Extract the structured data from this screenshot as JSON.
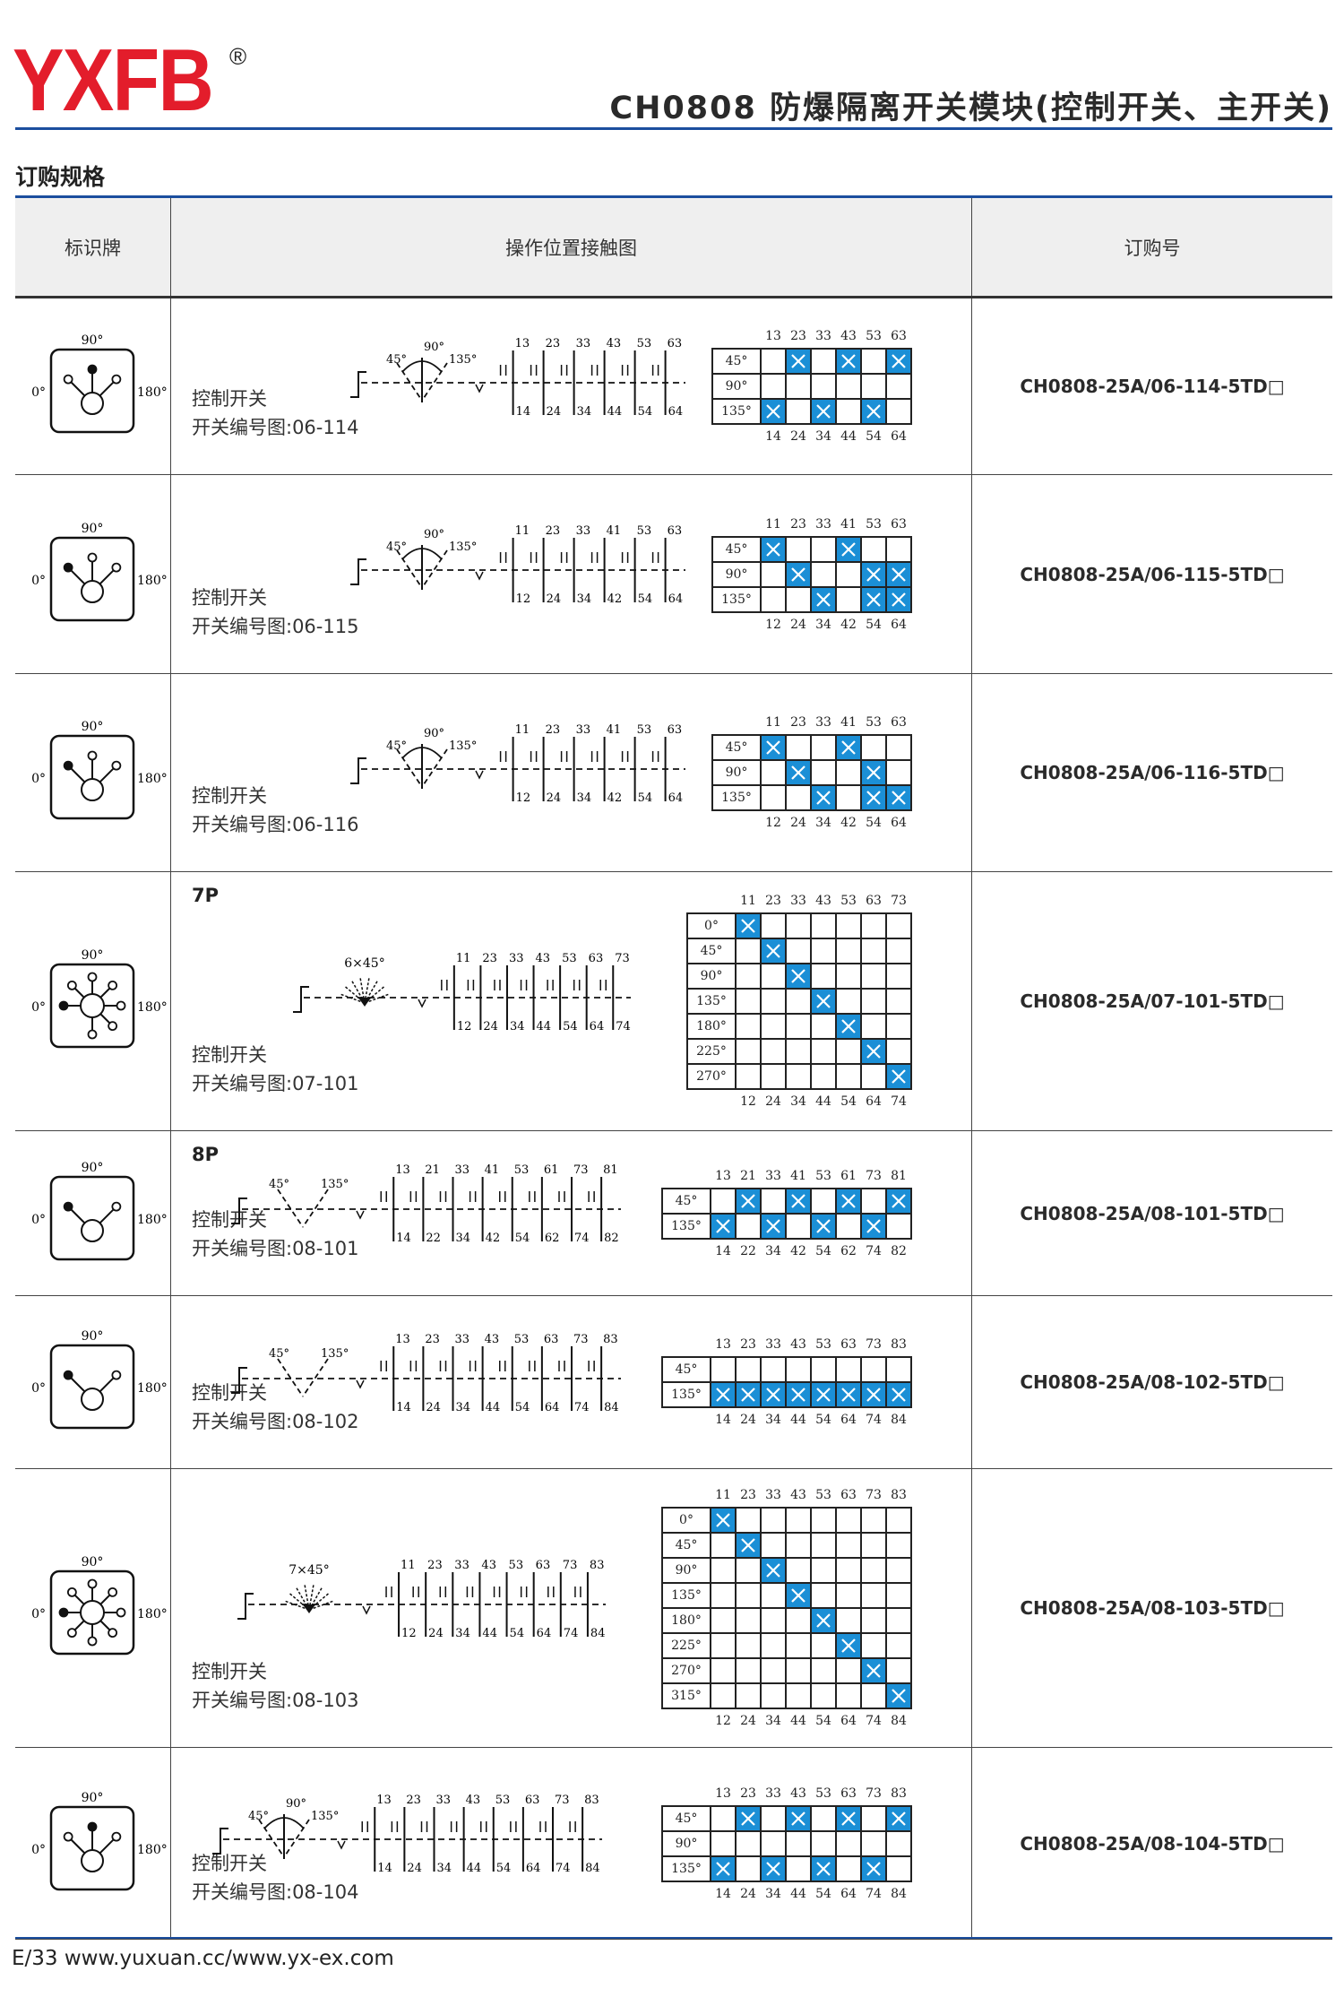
{
  "header": {
    "logo": "YXFB",
    "registered": "®",
    "title": "CH0808 防爆隔离开关模块(控制开关、主开关)"
  },
  "section_title": "订购规格",
  "table_headers": {
    "nameplate": "标识牌",
    "diagram": "操作位置接触图",
    "order_no": "订购号"
  },
  "colors": {
    "brand_red": "#e31d2b",
    "rule_blue": "#1b4e9e",
    "contact_on": "#1b8fd6"
  },
  "rows": [
    {
      "dial": {
        "top": "90°",
        "left": "0°",
        "right": "180°",
        "spokes": [
          45,
          90,
          135
        ],
        "active": 90
      },
      "pole": "",
      "label": "控制开关",
      "code": "开关编号图:06-114",
      "angles": [
        "45°",
        "90°",
        "135°"
      ],
      "table": {
        "top": [
          "13",
          "23",
          "33",
          "43",
          "53",
          "63"
        ],
        "bottom": [
          "14",
          "24",
          "34",
          "44",
          "54",
          "64"
        ],
        "rows": [
          {
            "angle": "45°",
            "cells": [
              0,
              1,
              0,
              1,
              0,
              1
            ]
          },
          {
            "angle": "90°",
            "cells": [
              0,
              0,
              0,
              0,
              0,
              0
            ]
          },
          {
            "angle": "135°",
            "cells": [
              1,
              0,
              1,
              0,
              1,
              0
            ]
          }
        ]
      },
      "order_no": "CH0808-25A/06-114-5TD□"
    },
    {
      "dial": {
        "top": "90°",
        "left": "0°",
        "right": "180°",
        "spokes": [
          45,
          90,
          135
        ],
        "active": 45
      },
      "pole": "",
      "label": "控制开关",
      "code": "开关编号图:06-115",
      "angles": [
        "45°",
        "90°",
        "135°"
      ],
      "table": {
        "top": [
          "11",
          "23",
          "33",
          "41",
          "53",
          "63"
        ],
        "bottom": [
          "12",
          "24",
          "34",
          "42",
          "54",
          "64"
        ],
        "rows": [
          {
            "angle": "45°",
            "cells": [
              1,
              0,
              0,
              1,
              0,
              0
            ]
          },
          {
            "angle": "90°",
            "cells": [
              0,
              1,
              0,
              0,
              1,
              1
            ]
          },
          {
            "angle": "135°",
            "cells": [
              0,
              0,
              1,
              0,
              1,
              1
            ]
          }
        ]
      },
      "order_no": "CH0808-25A/06-115-5TD□"
    },
    {
      "dial": {
        "top": "90°",
        "left": "0°",
        "right": "180°",
        "spokes": [
          45,
          90,
          135
        ],
        "active": 45
      },
      "pole": "",
      "label": "控制开关",
      "code": "开关编号图:06-116",
      "angles": [
        "45°",
        "90°",
        "135°"
      ],
      "table": {
        "top": [
          "11",
          "23",
          "33",
          "41",
          "53",
          "63"
        ],
        "bottom": [
          "12",
          "24",
          "34",
          "42",
          "54",
          "64"
        ],
        "rows": [
          {
            "angle": "45°",
            "cells": [
              1,
              0,
              0,
              1,
              0,
              0
            ]
          },
          {
            "angle": "90°",
            "cells": [
              0,
              1,
              0,
              0,
              1,
              0
            ]
          },
          {
            "angle": "135°",
            "cells": [
              0,
              0,
              1,
              0,
              1,
              1
            ]
          }
        ]
      },
      "order_no": "CH0808-25A/06-116-5TD□"
    },
    {
      "dial": {
        "top": "90°",
        "left": "0°",
        "right": "180°",
        "spokes": [
          0,
          45,
          90,
          135,
          180,
          225,
          270
        ],
        "active": 0
      },
      "pole": "7P",
      "label": "控制开关",
      "code": "开关编号图:07-101",
      "angles": [
        "6×45°"
      ],
      "table": {
        "top": [
          "11",
          "23",
          "33",
          "43",
          "53",
          "63",
          "73"
        ],
        "bottom": [
          "12",
          "24",
          "34",
          "44",
          "54",
          "64",
          "74"
        ],
        "rows": [
          {
            "angle": "0°",
            "cells": [
              1,
              0,
              0,
              0,
              0,
              0,
              0
            ]
          },
          {
            "angle": "45°",
            "cells": [
              0,
              1,
              0,
              0,
              0,
              0,
              0
            ]
          },
          {
            "angle": "90°",
            "cells": [
              0,
              0,
              1,
              0,
              0,
              0,
              0
            ]
          },
          {
            "angle": "135°",
            "cells": [
              0,
              0,
              0,
              1,
              0,
              0,
              0
            ]
          },
          {
            "angle": "180°",
            "cells": [
              0,
              0,
              0,
              0,
              1,
              0,
              0
            ]
          },
          {
            "angle": "225°",
            "cells": [
              0,
              0,
              0,
              0,
              0,
              1,
              0
            ]
          },
          {
            "angle": "270°",
            "cells": [
              0,
              0,
              0,
              0,
              0,
              0,
              1
            ]
          }
        ]
      },
      "order_no": "CH0808-25A/07-101-5TD□"
    },
    {
      "dial": {
        "top": "90°",
        "left": "0°",
        "right": "180°",
        "spokes": [
          45,
          135
        ],
        "active": 45
      },
      "pole": "8P",
      "label": "控制开关",
      "code": "开关编号图:08-101",
      "angles": [
        "45°",
        "135°"
      ],
      "table": {
        "top": [
          "13",
          "21",
          "33",
          "41",
          "53",
          "61",
          "73",
          "81"
        ],
        "bottom": [
          "14",
          "22",
          "34",
          "42",
          "54",
          "62",
          "74",
          "82"
        ],
        "rows": [
          {
            "angle": "45°",
            "cells": [
              0,
              1,
              0,
              1,
              0,
              1,
              0,
              1
            ]
          },
          {
            "angle": "135°",
            "cells": [
              1,
              0,
              1,
              0,
              1,
              0,
              1,
              0
            ]
          }
        ]
      },
      "order_no": "CH0808-25A/08-101-5TD□"
    },
    {
      "dial": {
        "top": "90°",
        "left": "0°",
        "right": "180°",
        "spokes": [
          45,
          135
        ],
        "active": 45
      },
      "pole": "",
      "label": "控制开关",
      "code": "开关编号图:08-102",
      "angles": [
        "45°",
        "135°"
      ],
      "table": {
        "top": [
          "13",
          "23",
          "33",
          "43",
          "53",
          "63",
          "73",
          "83"
        ],
        "bottom": [
          "14",
          "24",
          "34",
          "44",
          "54",
          "64",
          "74",
          "84"
        ],
        "rows": [
          {
            "angle": "45°",
            "cells": [
              0,
              0,
              0,
              0,
              0,
              0,
              0,
              0
            ]
          },
          {
            "angle": "135°",
            "cells": [
              1,
              1,
              1,
              1,
              1,
              1,
              1,
              1
            ]
          }
        ]
      },
      "order_no": "CH0808-25A/08-102-5TD□"
    },
    {
      "dial": {
        "top": "90°",
        "left": "0°",
        "right": "180°",
        "spokes": [
          0,
          45,
          90,
          135,
          180,
          225,
          270,
          315
        ],
        "active": 0
      },
      "pole": "",
      "label": "控制开关",
      "code": "开关编号图:08-103",
      "angles": [
        "7×45°"
      ],
      "table": {
        "top": [
          "11",
          "23",
          "33",
          "43",
          "53",
          "63",
          "73",
          "83"
        ],
        "bottom": [
          "12",
          "24",
          "34",
          "44",
          "54",
          "64",
          "74",
          "84"
        ],
        "rows": [
          {
            "angle": "0°",
            "cells": [
              1,
              0,
              0,
              0,
              0,
              0,
              0,
              0
            ]
          },
          {
            "angle": "45°",
            "cells": [
              0,
              1,
              0,
              0,
              0,
              0,
              0,
              0
            ]
          },
          {
            "angle": "90°",
            "cells": [
              0,
              0,
              1,
              0,
              0,
              0,
              0,
              0
            ]
          },
          {
            "angle": "135°",
            "cells": [
              0,
              0,
              0,
              1,
              0,
              0,
              0,
              0
            ]
          },
          {
            "angle": "180°",
            "cells": [
              0,
              0,
              0,
              0,
              1,
              0,
              0,
              0
            ]
          },
          {
            "angle": "225°",
            "cells": [
              0,
              0,
              0,
              0,
              0,
              1,
              0,
              0
            ]
          },
          {
            "angle": "270°",
            "cells": [
              0,
              0,
              0,
              0,
              0,
              0,
              1,
              0
            ]
          },
          {
            "angle": "315°",
            "cells": [
              0,
              0,
              0,
              0,
              0,
              0,
              0,
              1
            ]
          }
        ]
      },
      "order_no": "CH0808-25A/08-103-5TD□"
    },
    {
      "dial": {
        "top": "90°",
        "left": "0°",
        "right": "180°",
        "spokes": [
          45,
          90,
          135
        ],
        "active": 90
      },
      "pole": "",
      "label": "控制开关",
      "code": "开关编号图:08-104",
      "angles": [
        "45°",
        "90°",
        "135°"
      ],
      "table": {
        "top": [
          "13",
          "23",
          "33",
          "43",
          "53",
          "63",
          "73",
          "83"
        ],
        "bottom": [
          "14",
          "24",
          "34",
          "44",
          "54",
          "64",
          "74",
          "84"
        ],
        "rows": [
          {
            "angle": "45°",
            "cells": [
              0,
              1,
              0,
              1,
              0,
              1,
              0,
              1
            ]
          },
          {
            "angle": "90°",
            "cells": [
              0,
              0,
              0,
              0,
              0,
              0,
              0,
              0
            ]
          },
          {
            "angle": "135°",
            "cells": [
              1,
              0,
              1,
              0,
              1,
              0,
              1,
              0
            ]
          }
        ]
      },
      "order_no": "CH0808-25A/08-104-5TD□"
    }
  ],
  "footer": "E/33  www.yuxuan.cc/www.yx-ex.com"
}
